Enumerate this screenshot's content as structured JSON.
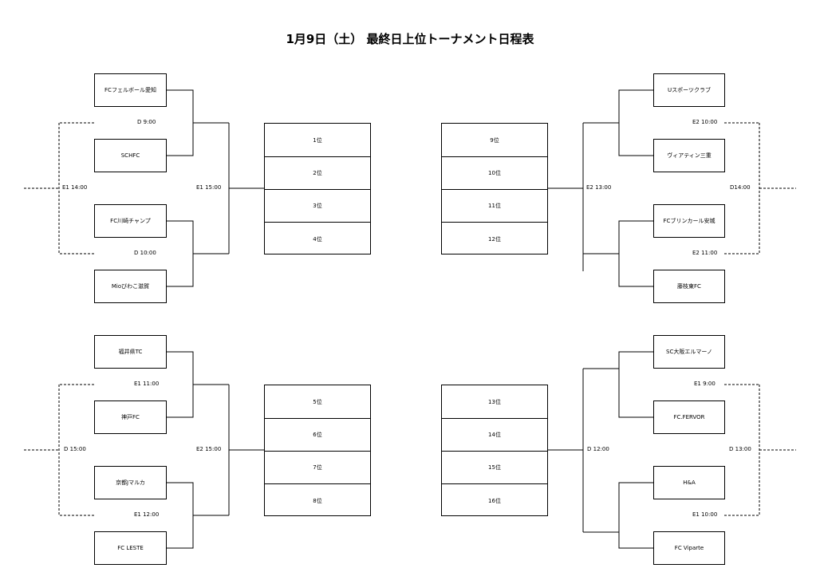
{
  "title": "1月9日（土） 最終日上位トーナメント日程表",
  "teams": {
    "tl1": "FCフェルボール愛知",
    "tl2": "SCHFC",
    "tl3": "FC川崎チャンプ",
    "tl4": "Mioびわこ滋賀",
    "tr1": "Uスポーツクラブ",
    "tr2": "ヴィアティン三重",
    "tr3": "FCブリンカール安城",
    "tr4": "藤枝東FC",
    "bl1": "福井県TC",
    "bl2": "神戸FC",
    "bl3": "京都Jマルカ",
    "bl4": "FC LESTE",
    "br1": "SC大阪エルマーノ",
    "br2": "FC.FERVOR",
    "br3": "H&A",
    "br4": "FC Viparte"
  },
  "ranks": {
    "top_left": [
      "1位",
      "2位",
      "3位",
      "4位"
    ],
    "top_right": [
      "9位",
      "10位",
      "11位",
      "12位"
    ],
    "bottom_left": [
      "5位",
      "6位",
      "7位",
      "8位"
    ],
    "bottom_right": [
      "13位",
      "14位",
      "15位",
      "16位"
    ]
  },
  "matches": {
    "tl_a": "D 9:00",
    "tl_b": "D 10:00",
    "tl_final": "E1 15:00",
    "tl_lower": "E1 14:00",
    "tr_a": "E2 10:00",
    "tr_b": "E2 11:00",
    "tr_final": "E2 13:00",
    "tr_lower": "D14:00",
    "bl_a": "E1 11:00",
    "bl_b": "E1 12:00",
    "bl_final": "E2 15:00",
    "bl_lower": "D 15:00",
    "br_a": "E1 9:00",
    "br_b": "E1 10:00",
    "br_final": "D 12:00",
    "br_lower": "D 13:00"
  }
}
